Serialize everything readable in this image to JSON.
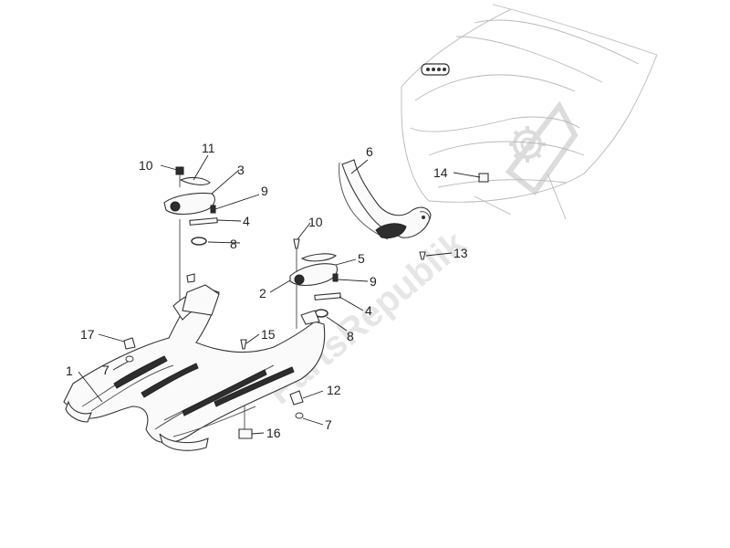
{
  "watermark": {
    "text": "PartsRepublik",
    "icon": "gear-icon",
    "color": "#dddddd"
  },
  "callouts": [
    "1",
    "2",
    "3",
    "4",
    "4",
    "5",
    "6",
    "7",
    "7",
    "8",
    "8",
    "9",
    "9",
    "10",
    "10",
    "11",
    "12",
    "13",
    "14",
    "15",
    "16",
    "17"
  ]
}
